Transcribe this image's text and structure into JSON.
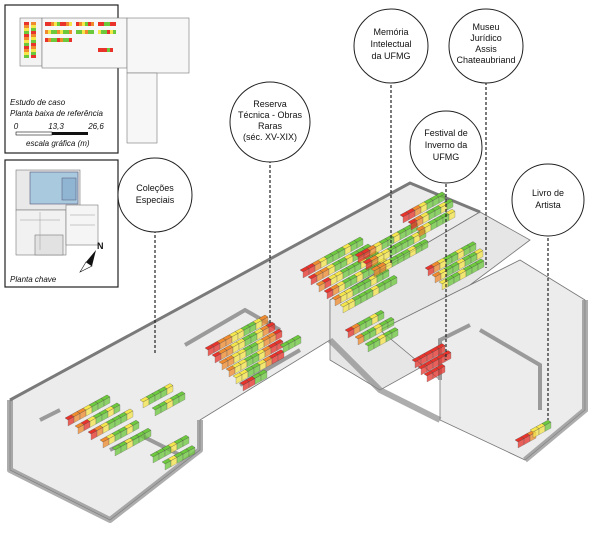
{
  "callouts": [
    {
      "id": "colecoes",
      "lines": [
        "Coleções",
        "Especiais"
      ]
    },
    {
      "id": "reserva",
      "lines": [
        "Reserva",
        "Técnica - Obras",
        "Raras",
        "(séc. XV-XIX)"
      ]
    },
    {
      "id": "memoria",
      "lines": [
        "Memória",
        "Intelectual",
        "da UFMG"
      ]
    },
    {
      "id": "museu",
      "lines": [
        "Museu",
        "Jurídico",
        "Assis",
        "Chateaubriand"
      ]
    },
    {
      "id": "festival",
      "lines": [
        "Festival de",
        "Inverno da",
        "UFMG"
      ]
    },
    {
      "id": "livro",
      "lines": [
        "Livro de",
        "Artista"
      ]
    }
  ],
  "reference_plan": {
    "caption_line1": "Estudo de caso",
    "caption_line2": "Planta baixa de referência",
    "scale_ticks": [
      "0",
      "13,3",
      "26,6"
    ],
    "scale_label": "escala gráfica (m)"
  },
  "key_plan": {
    "caption": "Planta chave",
    "north_label": "N"
  },
  "colors": {
    "red": "#e8322a",
    "orange": "#f08a2c",
    "yellow": "#f5e64a",
    "green": "#6cc93c",
    "floor": "#ececec",
    "wall": "#bfbfbf",
    "blue_zone": "#a9c9df"
  }
}
